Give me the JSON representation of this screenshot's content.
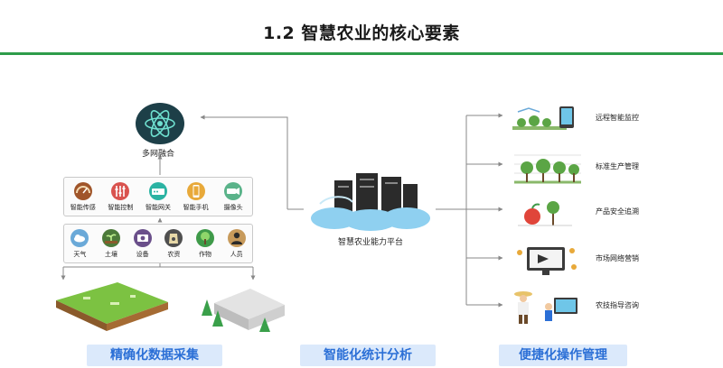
{
  "slide": {
    "title": "1.2 智慧农业的核心要素"
  },
  "hub": {
    "label": "多网融合",
    "icon": "atom-network-icon"
  },
  "sensing_row": [
    {
      "label": "智能传感",
      "icon": "gauge-icon",
      "color": "#a0552a"
    },
    {
      "label": "智能控制",
      "icon": "control-sliders-icon",
      "color": "#d9534f"
    },
    {
      "label": "智能网关",
      "icon": "gateway-icon",
      "color": "#2bb3a3"
    },
    {
      "label": "智能手机",
      "icon": "smartphone-icon",
      "color": "#e8a93a"
    },
    {
      "label": "摄像头",
      "icon": "camera-icon",
      "color": "#5ab38a"
    }
  ],
  "resource_row": [
    {
      "label": "天气",
      "icon": "weather-icon",
      "color": "#6aa9d8"
    },
    {
      "label": "土壤",
      "icon": "soil-sprout-icon",
      "color": "#4c7a3a"
    },
    {
      "label": "设备",
      "icon": "device-icon",
      "color": "#6a4f8a"
    },
    {
      "label": "农资",
      "icon": "fertilizer-bag-icon",
      "color": "#4f4f4f"
    },
    {
      "label": "作物",
      "icon": "crop-tree-icon",
      "color": "#3f9a49"
    },
    {
      "label": "人员",
      "icon": "person-icon",
      "color": "#c79a5b"
    }
  ],
  "platform": {
    "label": "智慧农业能力平台",
    "icon": "cloud-servers-icon"
  },
  "services": [
    {
      "label": "远程智能监控",
      "icon": "remote-monitor-icon"
    },
    {
      "label": "标准生产管理",
      "icon": "production-chart-icon"
    },
    {
      "label": "产品安全追溯",
      "icon": "traceability-icon"
    },
    {
      "label": "市场网络营销",
      "icon": "market-screen-icon"
    },
    {
      "label": "农技指导咨询",
      "icon": "farmer-consult-icon"
    }
  ],
  "banners": {
    "collect": "精确化数据采集",
    "analyze": "智能化统计分析",
    "manage": "便捷化操作管理"
  },
  "colors": {
    "accent_green": "#2e9c4a",
    "banner_blue": "#2b6fd6",
    "banner_bg": "#dbe9fb"
  }
}
